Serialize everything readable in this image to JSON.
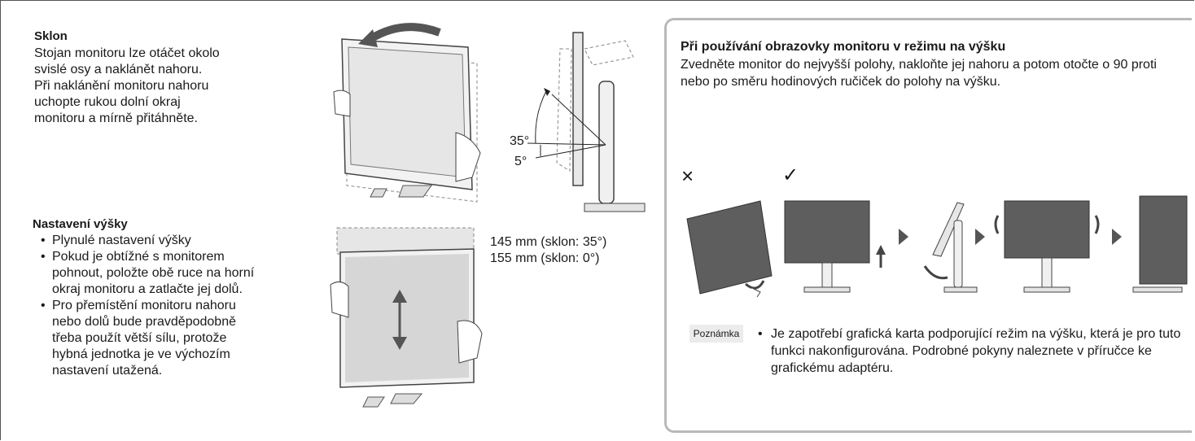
{
  "tilt": {
    "title": "Sklon",
    "lines": [
      "Stojan monitoru lze otáčet okolo",
      "svislé osy a naklánět nahoru.",
      "Při naklánění monitoru nahoru",
      "uchopte rukou dolní okraj",
      "monitoru a mírně přitáhněte."
    ],
    "angle_max": "35°",
    "angle_min": "5°"
  },
  "height": {
    "title": "Nastavení výšky",
    "bullets": [
      [
        "Plynulé nastavení výšky"
      ],
      [
        "Pokud je obtížné s monitorem",
        "pohnout, položte obě ruce na horní",
        "okraj monitoru a zatlačte jej dolů."
      ],
      [
        "Pro přemístění monitoru nahoru",
        "nebo dolů bude pravděpodobně",
        "třeba použít větší sílu, protože",
        "hybná jednotka je ve výchozím",
        "nastavení utažená."
      ]
    ],
    "range_tilted": "145 mm (sklon: 35°)",
    "range_flat": "155 mm (sklon: 0°)"
  },
  "portrait": {
    "title": "Při používání obrazovky monitoru v režimu na výšku",
    "intro": "Zvedněte monitor do nejvyšší polohy, nakloňte jej nahoru a potom otočte o 90 proti nebo po směru hodinových ručiček do polohy na výšku.",
    "wrong_mark": "×",
    "right_mark": "✓",
    "note_label": "Poznámka",
    "note_text": "Je zapotřebí grafická karta podporující režim na výšku, která je pro tuto funkci nakonfigurována. Podrobné pokyny naleznete v příručce ke grafickému adaptéru."
  },
  "colors": {
    "screen": "#5e5e5e",
    "panel_border": "#b9b9b9",
    "badge_bg": "#ececec"
  }
}
